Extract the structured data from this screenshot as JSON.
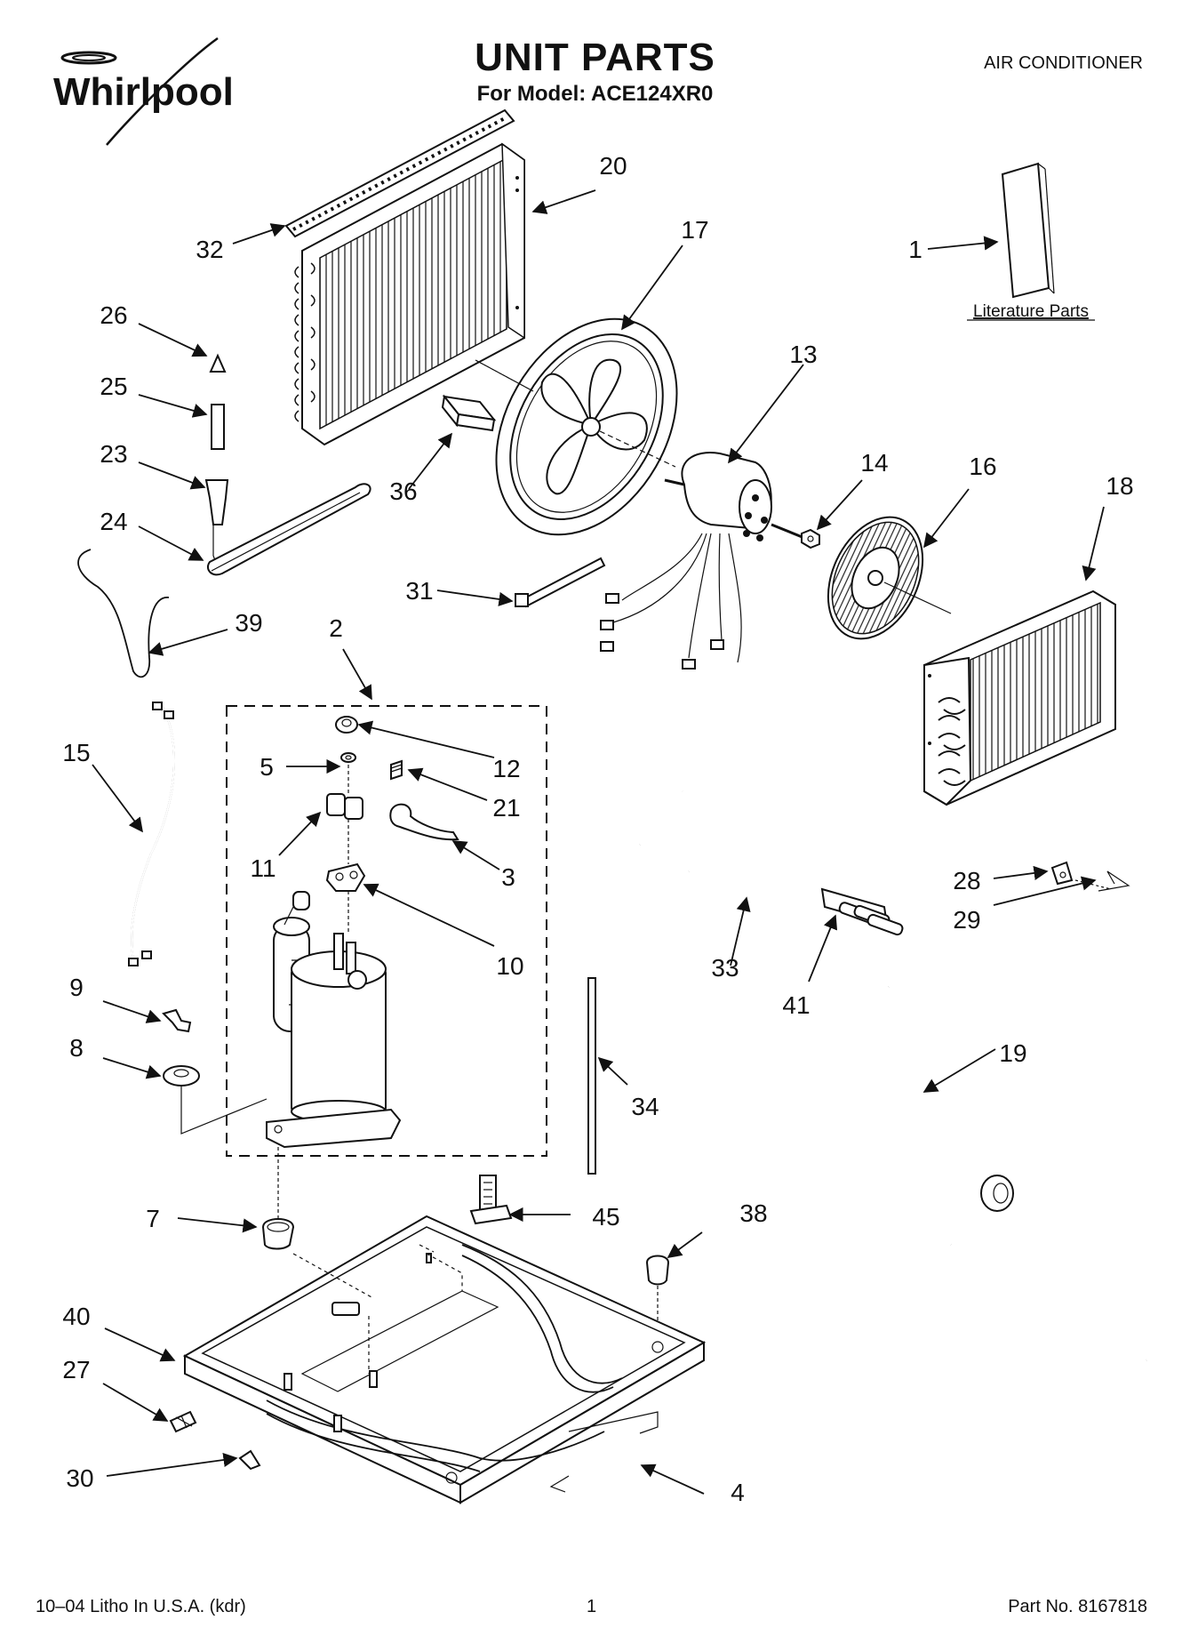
{
  "header": {
    "brand": "Whirlpool",
    "title": "UNIT PARTS",
    "subtitle": "For Model: ACE124XR0",
    "category": "AIR CONDITIONER"
  },
  "literature_label": "Literature Parts",
  "callouts": [
    {
      "id": "c1",
      "label": "1"
    },
    {
      "id": "c2",
      "label": "2"
    },
    {
      "id": "c3",
      "label": "3"
    },
    {
      "id": "c4",
      "label": "4"
    },
    {
      "id": "c5",
      "label": "5"
    },
    {
      "id": "c7",
      "label": "7"
    },
    {
      "id": "c8",
      "label": "8"
    },
    {
      "id": "c9",
      "label": "9"
    },
    {
      "id": "c10",
      "label": "10"
    },
    {
      "id": "c11",
      "label": "11"
    },
    {
      "id": "c12",
      "label": "12"
    },
    {
      "id": "c13",
      "label": "13"
    },
    {
      "id": "c14",
      "label": "14"
    },
    {
      "id": "c15",
      "label": "15"
    },
    {
      "id": "c16",
      "label": "16"
    },
    {
      "id": "c17",
      "label": "17"
    },
    {
      "id": "c18",
      "label": "18"
    },
    {
      "id": "c19",
      "label": "19"
    },
    {
      "id": "c20",
      "label": "20"
    },
    {
      "id": "c21",
      "label": "21"
    },
    {
      "id": "c23",
      "label": "23"
    },
    {
      "id": "c24",
      "label": "24"
    },
    {
      "id": "c25",
      "label": "25"
    },
    {
      "id": "c26",
      "label": "26"
    },
    {
      "id": "c27",
      "label": "27"
    },
    {
      "id": "c28",
      "label": "28"
    },
    {
      "id": "c29",
      "label": "29"
    },
    {
      "id": "c30",
      "label": "30"
    },
    {
      "id": "c31",
      "label": "31"
    },
    {
      "id": "c32",
      "label": "32"
    },
    {
      "id": "c33",
      "label": "33"
    },
    {
      "id": "c34",
      "label": "34"
    },
    {
      "id": "c36",
      "label": "36"
    },
    {
      "id": "c38",
      "label": "38"
    },
    {
      "id": "c39",
      "label": "39"
    },
    {
      "id": "c40",
      "label": "40"
    },
    {
      "id": "c41",
      "label": "41"
    },
    {
      "id": "c45",
      "label": "45"
    }
  ],
  "footer": {
    "litho": "10–04 Litho In U.S.A. (kdr)",
    "page": "1",
    "part_no": "Part No. 8167818"
  }
}
